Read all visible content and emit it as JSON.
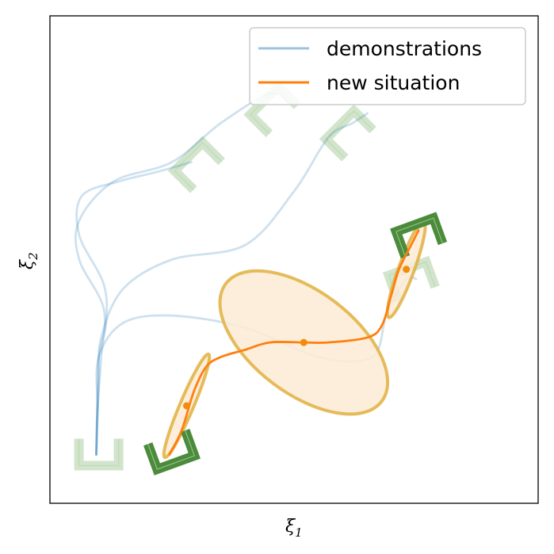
{
  "chart_data": {
    "type": "line",
    "title": "",
    "xlabel": "ξ",
    "xlabel_sub": "1",
    "ylabel": "ξ",
    "ylabel_sub": "2",
    "xlim": [
      0,
      10
    ],
    "ylim": [
      0,
      10
    ],
    "grid": false,
    "ticks": false,
    "legend": {
      "placement": "top-right",
      "entries": [
        {
          "label": "demonstrations",
          "color": "#9dc3e0"
        },
        {
          "label": "new situation",
          "color": "#ff7f0e"
        }
      ]
    },
    "colors": {
      "demo_line": "#1f77b4",
      "new_line": "#ff7f0e",
      "ellipse_fill": "#fdebd5",
      "ellipse_edge": "#e0b040",
      "frame_demo": "#8fbf80",
      "frame_new": "#4b8b3b",
      "frame_inner": "#9bc58d"
    },
    "demonstrations": [
      {
        "points": [
          [
            0.95,
            1.0
          ],
          [
            0.97,
            2.0
          ],
          [
            1.0,
            3.0
          ],
          [
            1.15,
            3.7
          ],
          [
            1.1,
            4.5
          ],
          [
            0.6,
            5.5
          ],
          [
            0.65,
            6.3
          ],
          [
            1.4,
            6.6
          ],
          [
            2.2,
            6.8
          ],
          [
            2.9,
            7.0
          ]
        ]
      },
      {
        "points": [
          [
            0.95,
            1.0
          ],
          [
            1.0,
            2.5
          ],
          [
            1.05,
            3.4
          ],
          [
            1.5,
            4.4
          ],
          [
            2.5,
            5.0
          ],
          [
            4.0,
            5.3
          ],
          [
            5.0,
            6.4
          ],
          [
            5.7,
            7.5
          ],
          [
            6.2,
            7.8
          ],
          [
            6.5,
            8.0
          ]
        ]
      },
      {
        "points": [
          [
            0.95,
            1.0
          ],
          [
            0.98,
            2.0
          ],
          [
            1.05,
            3.0
          ],
          [
            1.1,
            4.0
          ],
          [
            0.6,
            5.0
          ],
          [
            0.6,
            5.8
          ],
          [
            1.3,
            6.6
          ],
          [
            2.5,
            7.0
          ],
          [
            3.5,
            7.8
          ],
          [
            4.5,
            8.4
          ],
          [
            4.9,
            8.2
          ]
        ]
      },
      {
        "points": [
          [
            0.95,
            1.0
          ],
          [
            0.97,
            2.0
          ],
          [
            1.0,
            3.0
          ],
          [
            1.5,
            3.7
          ],
          [
            2.5,
            3.85
          ],
          [
            4.0,
            3.6
          ],
          [
            5.5,
            3.0
          ],
          [
            6.6,
            3.0
          ],
          [
            6.9,
            3.9
          ],
          [
            7.3,
            4.6
          ],
          [
            7.5,
            4.6
          ]
        ]
      }
    ],
    "new_situation": {
      "points": [
        [
          2.45,
          1.0
        ],
        [
          2.7,
          1.5
        ],
        [
          2.95,
          2.3
        ],
        [
          3.2,
          2.8
        ],
        [
          3.5,
          3.0
        ],
        [
          4.0,
          3.15
        ],
        [
          4.5,
          3.3
        ],
        [
          5.2,
          3.3
        ],
        [
          5.7,
          3.3
        ],
        [
          6.5,
          3.4
        ],
        [
          6.8,
          3.65
        ],
        [
          7.0,
          4.3
        ],
        [
          7.15,
          4.8
        ],
        [
          7.4,
          5.3
        ],
        [
          7.55,
          5.6
        ]
      ]
    },
    "via_points": [
      [
        2.8,
        2.0
      ],
      [
        5.2,
        3.3
      ],
      [
        7.3,
        4.8
      ]
    ],
    "ellipses": [
      {
        "cx": 2.8,
        "cy": 2.0,
        "rx": 1.15,
        "ry": 0.14,
        "angle_deg": 67
      },
      {
        "cx": 5.2,
        "cy": 3.3,
        "rx": 2.0,
        "ry": 1.05,
        "angle_deg": -37
      },
      {
        "cx": 7.3,
        "cy": 4.8,
        "rx": 1.05,
        "ry": 0.16,
        "angle_deg": 70
      }
    ],
    "frames": [
      {
        "kind": "demo",
        "x": 1.0,
        "y": 1.0,
        "angle_deg": 0
      },
      {
        "kind": "demo",
        "x": 3.0,
        "y": 6.95,
        "angle_deg": -135
      },
      {
        "kind": "demo",
        "x": 4.55,
        "y": 8.1,
        "angle_deg": -135
      },
      {
        "kind": "demo",
        "x": 6.1,
        "y": 7.6,
        "angle_deg": -135
      },
      {
        "kind": "demo",
        "x": 7.4,
        "y": 4.6,
        "angle_deg": 200
      },
      {
        "kind": "new",
        "x": 2.5,
        "y": 1.05,
        "angle_deg": 20
      },
      {
        "kind": "new",
        "x": 7.55,
        "y": 5.5,
        "angle_deg": 200
      }
    ]
  }
}
